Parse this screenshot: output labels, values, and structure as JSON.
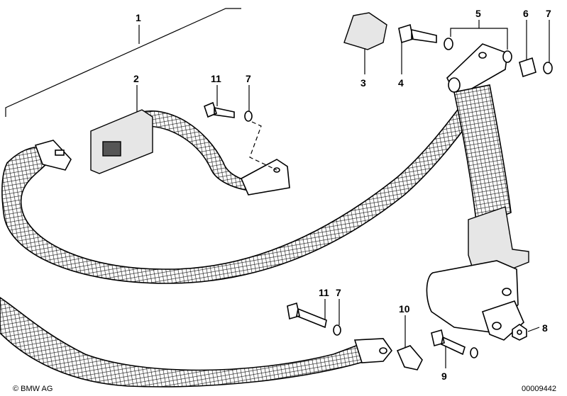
{
  "callouts": [
    {
      "key": "c1",
      "text": "1"
    },
    {
      "key": "c2",
      "text": "2"
    },
    {
      "key": "c3",
      "text": "3"
    },
    {
      "key": "c4",
      "text": "4"
    },
    {
      "key": "c5",
      "text": "5"
    },
    {
      "key": "c6",
      "text": "6"
    },
    {
      "key": "c7a",
      "text": "7"
    },
    {
      "key": "c7b",
      "text": "7"
    },
    {
      "key": "c7c",
      "text": "7"
    },
    {
      "key": "c8",
      "text": "8"
    },
    {
      "key": "c9",
      "text": "9"
    },
    {
      "key": "c10",
      "text": "10"
    },
    {
      "key": "c11a",
      "text": "11"
    },
    {
      "key": "c11b",
      "text": "11"
    }
  ],
  "footer": {
    "copyright": "© BMW AG",
    "diagram_number": "00009442"
  },
  "colors": {
    "line": "#000000",
    "background": "#ffffff"
  }
}
